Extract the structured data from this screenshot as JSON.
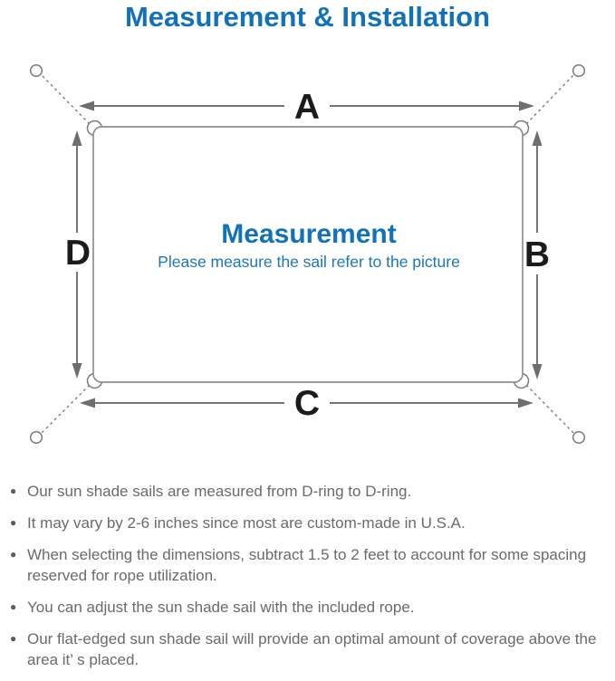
{
  "page": {
    "title": "Measurement & Installation",
    "colors": {
      "accent_blue": "#1272b9",
      "line_gray": "#7a7a7a",
      "note_text_gray": "#6a6a6a",
      "label_black": "#1b1b1b"
    }
  },
  "diagram": {
    "labels": {
      "top": "A",
      "right": "B",
      "bottom": "C",
      "left": "D"
    },
    "center": {
      "heading": "Measurement",
      "subheading": "Please measure the sail refer to the picture"
    }
  },
  "notes": {
    "bullet_marker": "●",
    "items": [
      "Our sun shade sails are measured from D-ring to D-ring.",
      "It may vary by 2-6 inches since most are custom-made in U.S.A.",
      "When selecting the dimensions, subtract 1.5 to 2 feet to account for some spacing reserved for rope utilization.",
      "You can adjust the sun shade sail with the included rope.",
      "Our flat-edged sun shade sail will provide an optimal amount of coverage above the area it’ s placed."
    ]
  }
}
